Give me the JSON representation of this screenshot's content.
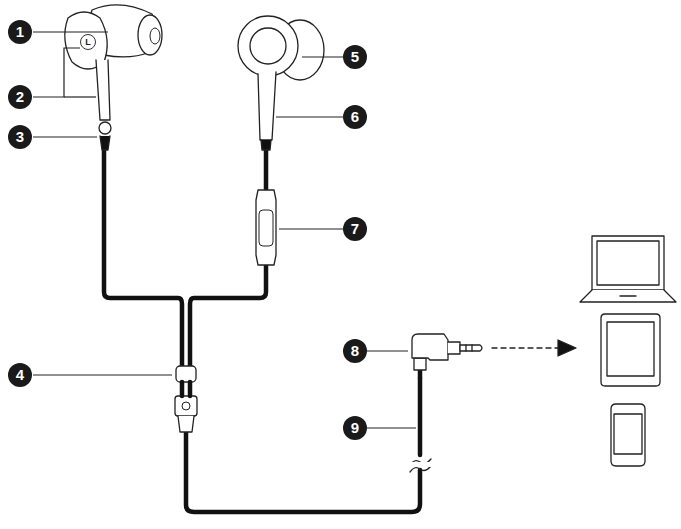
{
  "diagram": {
    "labels": [
      "1",
      "2",
      "3",
      "4",
      "5",
      "6",
      "7",
      "8",
      "9",
      "L"
    ]
  }
}
